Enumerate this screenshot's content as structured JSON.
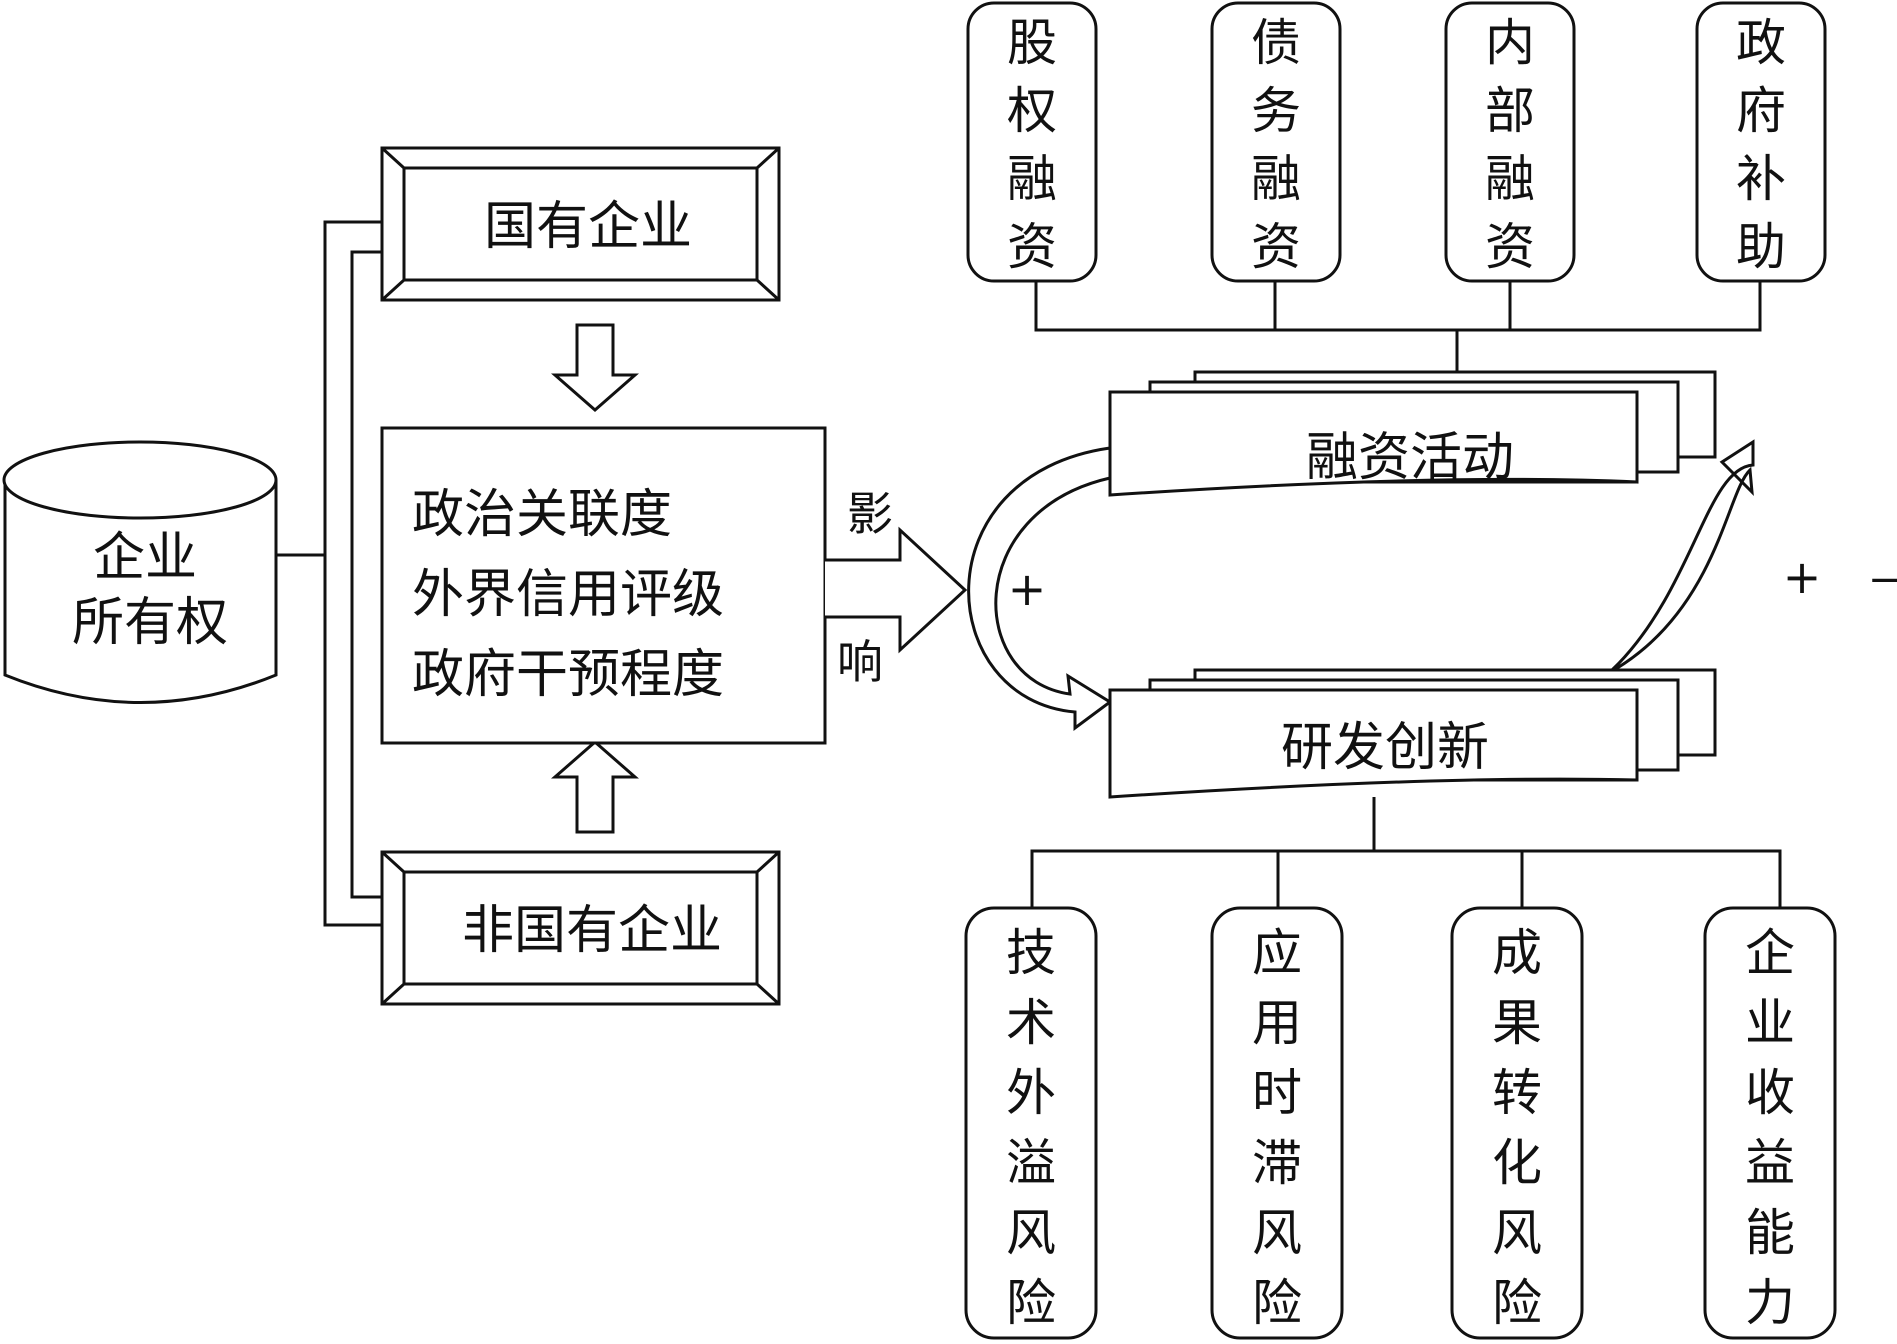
{
  "ownership": {
    "line1": "企业",
    "line2": "所有权"
  },
  "soe": "国有企业",
  "non_soe": "非国有企业",
  "factors": [
    "政治关联度",
    "外界信用评级",
    "政府干预程度"
  ],
  "influence": {
    "char1": "影",
    "char2": "响"
  },
  "financing_activity": "融资活动",
  "rd_innovation": "研发创新",
  "financing_sources": [
    [
      "股",
      "权",
      "融",
      "资"
    ],
    [
      "债",
      "务",
      "融",
      "资"
    ],
    [
      "内",
      "部",
      "融",
      "资"
    ],
    [
      "政",
      "府",
      "补",
      "助"
    ]
  ],
  "risks": [
    [
      "技",
      "术",
      "外",
      "溢",
      "风",
      "险"
    ],
    [
      "应",
      "用",
      "时",
      "滞",
      "风",
      "险"
    ],
    [
      "成",
      "果",
      "转",
      "化",
      "风",
      "险"
    ],
    [
      "企",
      "业",
      "收",
      "益",
      "能",
      "力"
    ]
  ],
  "signs": {
    "left": "+",
    "right_plus": "+",
    "right_minus": "—"
  }
}
